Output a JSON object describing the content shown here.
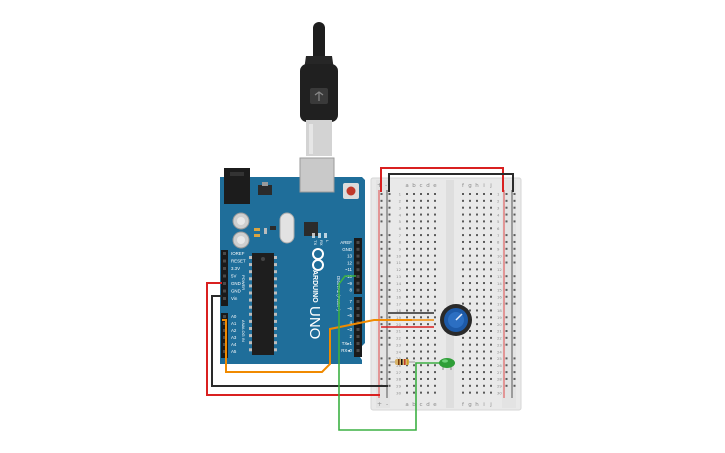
{
  "arduino": {
    "logo_text": "ARDUINO",
    "model_text": "UNO",
    "digital_label": "DIGITAL (PWM~)",
    "power_label": "POWER",
    "analog_label": "ANALOG IN",
    "tx_label": "TX",
    "rx_label": "RX",
    "l_label": "L",
    "pins_top": [
      "AREF",
      "GND",
      "13",
      "12",
      "~11",
      "~10",
      "~9",
      "8"
    ],
    "pins_bottom": [
      "7",
      "~6",
      "~5",
      "4",
      "~3",
      "2",
      "TX▸1",
      "RX◂0"
    ],
    "power_pins": [
      "IOREF",
      "RESET",
      "3.3V",
      "5V",
      "GND",
      "GND",
      "Vin"
    ],
    "analog_pins": [
      "A0",
      "A1",
      "A2",
      "A3",
      "A4",
      "A5"
    ]
  },
  "breadboard": {
    "columns_left": [
      "a",
      "b",
      "c",
      "d",
      "e"
    ],
    "columns_right": [
      "f",
      "g",
      "h",
      "i",
      "j"
    ],
    "row_numbers": [
      "1",
      "2",
      "3",
      "4",
      "5",
      "6",
      "7",
      "8",
      "9",
      "10",
      "11",
      "12",
      "13",
      "14",
      "15",
      "16",
      "17",
      "18",
      "19",
      "20",
      "21",
      "22",
      "23",
      "24",
      "25",
      "26",
      "27",
      "28",
      "29",
      "30"
    ],
    "rail_plus": "+",
    "rail_minus": "-"
  },
  "colors": {
    "board_blue": "#1f6e9a",
    "breadboard_body": "#e9e9e9",
    "wire_red": "#d92020",
    "wire_black": "#2a2a2a",
    "wire_orange": "#f08a00",
    "wire_green": "#3cb043",
    "pot_blue": "#1d5aa8",
    "led_green": "#2f9e38"
  }
}
